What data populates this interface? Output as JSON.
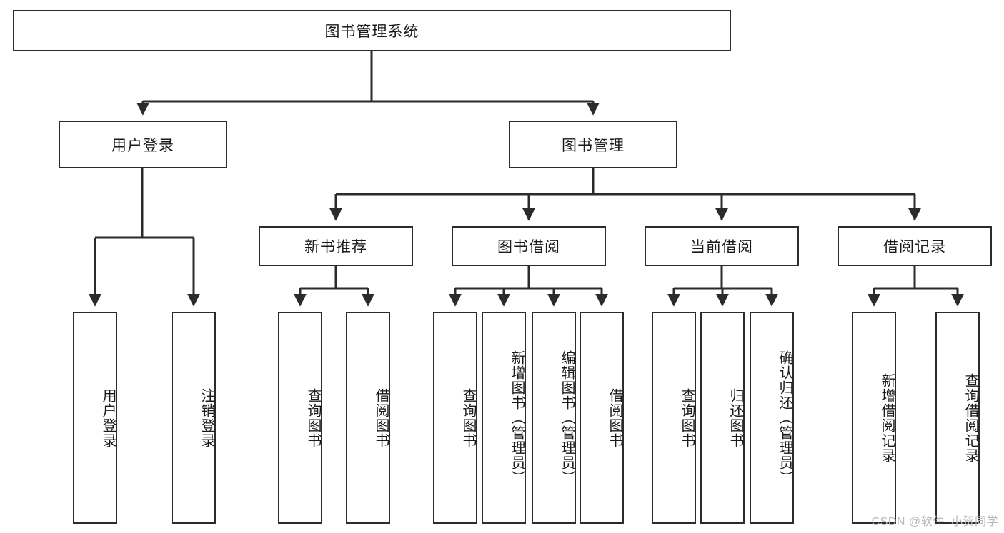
{
  "diagram": {
    "type": "tree",
    "title_node": {
      "label": "图书管理系统"
    },
    "level2": [
      {
        "id": "user-login",
        "label": "用户登录"
      },
      {
        "id": "book-manage",
        "label": "图书管理"
      }
    ],
    "level3": [
      {
        "id": "new-book-recommend",
        "label": "新书推荐"
      },
      {
        "id": "book-borrow",
        "label": "图书借阅"
      },
      {
        "id": "current-borrow",
        "label": "当前借阅"
      },
      {
        "id": "borrow-record",
        "label": "借阅记录"
      }
    ],
    "leaves": {
      "user_login": [
        {
          "id": "leaf-user-login",
          "label": "用户登录"
        },
        {
          "id": "leaf-logout-login",
          "label": "注销登录"
        }
      ],
      "new_book_recommend": [
        {
          "id": "leaf-query-book-1",
          "label": "查询图书"
        },
        {
          "id": "leaf-borrow-book-1",
          "label": "借阅图书"
        }
      ],
      "book_borrow": [
        {
          "id": "leaf-query-book-2",
          "label": "查询图书"
        },
        {
          "id": "leaf-add-book",
          "label": "新增图书（管理员）"
        },
        {
          "id": "leaf-edit-book",
          "label": "编辑图书（管理员）"
        },
        {
          "id": "leaf-borrow-book-2",
          "label": "借阅图书"
        }
      ],
      "current_borrow": [
        {
          "id": "leaf-query-book-3",
          "label": "查询图书"
        },
        {
          "id": "leaf-return-book",
          "label": "归还图书"
        },
        {
          "id": "leaf-confirm-return",
          "label": "确认归还（管理员）"
        }
      ],
      "borrow_record": [
        {
          "id": "leaf-add-record",
          "label": "新增借阅记录"
        },
        {
          "id": "leaf-query-record",
          "label": "查询借阅记录"
        }
      ]
    }
  },
  "watermark": {
    "text": "CSDN @软件_小贺同学"
  },
  "colors": {
    "stroke": "#2b2b2b",
    "text": "#1a1a1a",
    "background": "#ffffff",
    "watermark": "#b9b9b9"
  }
}
